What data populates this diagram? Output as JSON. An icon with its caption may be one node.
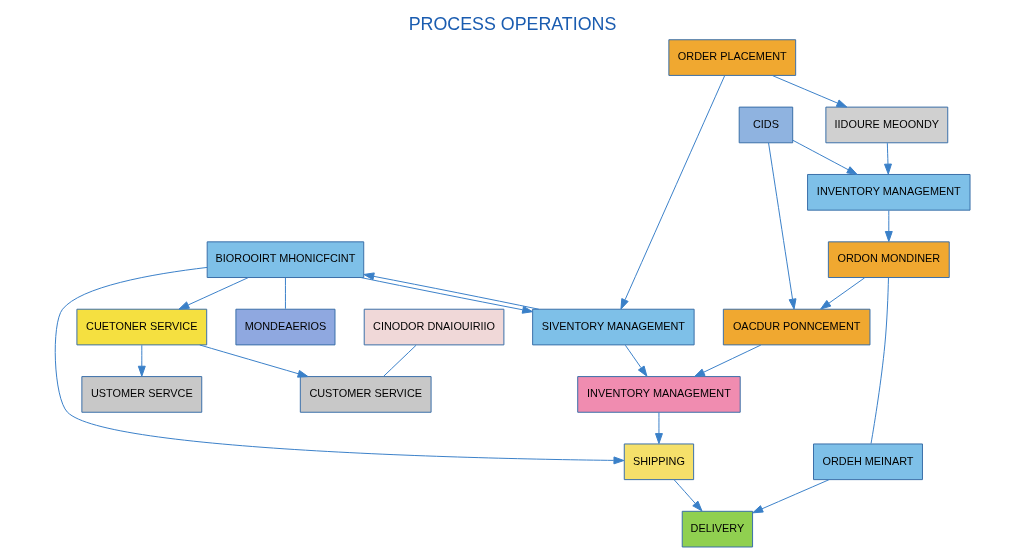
{
  "diagram": {
    "title": "PROCESS OPERATIONS",
    "nodes": [
      {
        "text": [
          "CIDS"
        ]
      },
      {
        "text": [
          "INVENTORY MANAGEMENT"
        ]
      },
      {
        "text": [
          "ORDON MONDINER"
        ]
      },
      {
        "text": [
          "OACDUR PONNCEMENT"
        ]
      },
      {
        "text": [
          "ORDER PLACEMENT"
        ]
      },
      {
        "text": [
          "IIDOURE MEOONDY"
        ]
      },
      {
        "text": [
          "INVENTORY MANAGEMENT"
        ]
      },
      {
        "text": [
          "ORDEH MEINART"
        ]
      },
      {
        "text": [
          "SHIPPING"
        ]
      },
      {
        "text": [
          "SIVENTORY MANAGEMENT"
        ]
      },
      {
        "text": [
          "DELIVERY"
        ]
      },
      {
        "text": [
          "BIOROOIRT MHONICFCINT"
        ]
      },
      {
        "text": [
          "MONDEAERIOS"
        ]
      },
      {
        "text": [
          "CINODOR DNAIOUIRIIO"
        ]
      },
      {
        "text": [
          "USTOMER SERVCE"
        ]
      },
      {
        "text": [
          "CUETONER SERVICE"
        ]
      },
      {
        "text": [
          "CUSTOMER SERVICE"
        ]
      }
    ],
    "edges": [
      {
        "from": 0,
        "to": 1,
        "arrow": "to"
      },
      {
        "from": 0,
        "to": 3,
        "arrow": "to"
      },
      {
        "from": 1,
        "to": 2,
        "arrow": "to"
      },
      {
        "from": 2,
        "to": 3,
        "arrow": "to"
      },
      {
        "from": 5,
        "to": 1,
        "arrow": "to"
      },
      {
        "from": 4,
        "to": 5,
        "arrow": "to"
      },
      {
        "from": 4,
        "to": 9,
        "arrow": "to"
      },
      {
        "from": 3,
        "to": 6,
        "arrow": "to"
      },
      {
        "from": 6,
        "to": 8,
        "arrow": "to"
      },
      {
        "from": 8,
        "to": 10,
        "arrow": "to"
      },
      {
        "from": 2,
        "to": 7,
        "arrow": "none"
      },
      {
        "from": 7,
        "to": 10,
        "arrow": "to"
      },
      {
        "from": 9,
        "to": 6,
        "arrow": "to"
      },
      {
        "from": 11,
        "to": 8,
        "arrow": "to"
      },
      {
        "from": 11,
        "to": 9,
        "arrow": "to"
      },
      {
        "from": 9,
        "to": 11,
        "arrow": "to"
      },
      {
        "from": 11,
        "to": 12,
        "arrow": "none"
      },
      {
        "from": 11,
        "to": 15,
        "arrow": "to"
      },
      {
        "from": 13,
        "to": 16,
        "arrow": "none"
      },
      {
        "from": 15,
        "to": 14,
        "arrow": "to"
      },
      {
        "from": 15,
        "to": 16,
        "arrow": "to"
      }
    ]
  }
}
